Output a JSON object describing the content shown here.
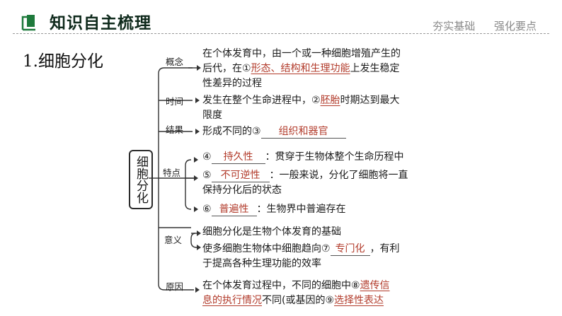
{
  "header": {
    "title": "知识自主梳理",
    "right_items": [
      "夯实基础",
      "强化要点"
    ],
    "accent_color": "#1e7a3c"
  },
  "section_title": "1.细胞分化",
  "center_label": "细胞分化",
  "branches": {
    "concept": {
      "label": "概念",
      "line1": "在个体发育中，由一个或一种细胞增殖产生的",
      "line2_a": "后代，在①",
      "line2_ans": "形态、结构和生理功能",
      "line2_b": "上发生稳定",
      "line3": "性差异的过程"
    },
    "time": {
      "label": "时间",
      "line1_a": "发生在整个生命进程中，②",
      "line1_ans": "胚胎",
      "line1_b": "时期达到最大",
      "line2": "限度"
    },
    "result": {
      "label": "结果",
      "text_a": "形成不同的③",
      "ans": "组织和器官"
    },
    "features": {
      "label": "特点",
      "item1_num": "④",
      "item1_ans": "持久性",
      "item1_text": "：贯穿于生物体整个生命历程中",
      "item2_num": "⑤",
      "item2_ans": "不可逆性",
      "item2_text": "：一般来说，分化了细胞将一直",
      "item2_line2": "保持分化后的状态",
      "item3_num": "⑥",
      "item3_ans": "普遍性",
      "item3_text": "：生物界中普遍存在"
    },
    "significance": {
      "label": "意义",
      "line1": "细胞分化是生物个体发育的基础",
      "line2_a": "使多细胞生物体中细胞趋向⑦",
      "line2_ans": "专门化",
      "line2_b": "，有利",
      "line3": "于提高各种生理功能的效率"
    },
    "cause": {
      "label": "原因",
      "line1_a": "在个体发育过程中，不同的细胞中⑧",
      "line1_ans": "遗传信",
      "line2_ans": "息的执行情况",
      "line2_a": "不同(或基因的⑨",
      "line2_ans2": "选择性表达"
    }
  }
}
